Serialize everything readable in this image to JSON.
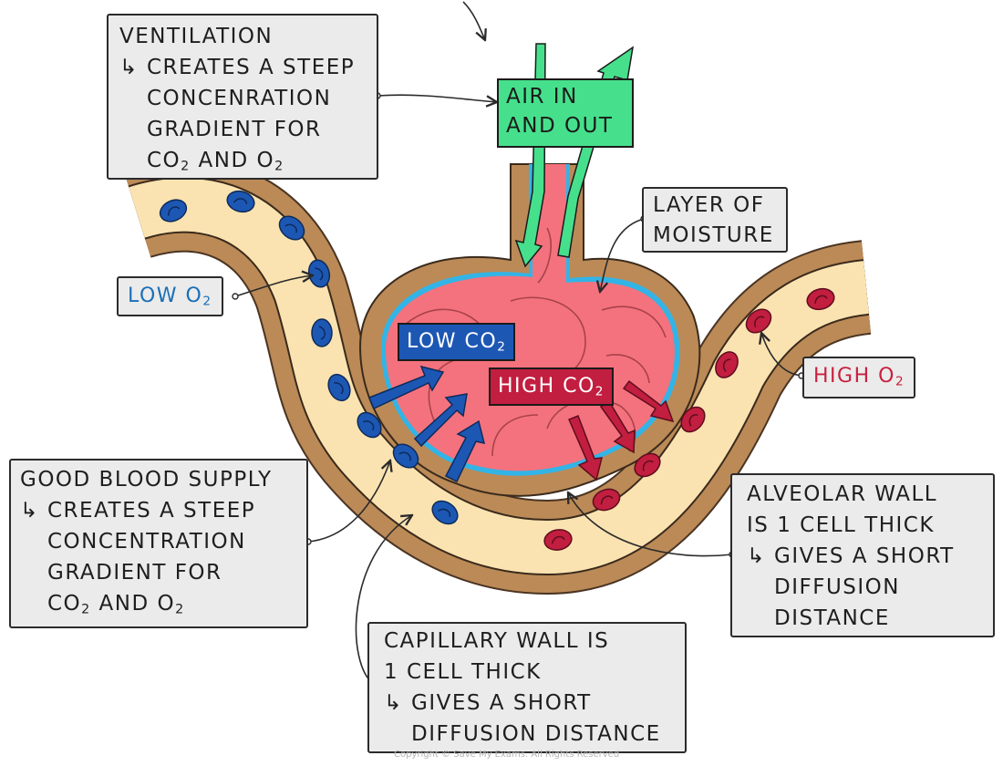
{
  "ventilation": {
    "title": "VENTILATION",
    "line1": "CREATES A STEEP",
    "line2": "CONCENRATION",
    "line3": "GRADIENT FOR",
    "line4_pre": "CO",
    "line4_mid": " AND O",
    "sub": "2"
  },
  "air_label": {
    "line1": "AIR IN",
    "line2": "AND OUT"
  },
  "moisture": {
    "line1": "LAYER OF",
    "line2": "MOISTURE"
  },
  "low_o2": {
    "text": "LOW O",
    "sub": "2"
  },
  "high_o2": {
    "text": "HIGH O",
    "sub": "2"
  },
  "low_co2": {
    "text": "LOW CO",
    "sub": "2"
  },
  "high_co2": {
    "text": "HIGH CO",
    "sub": "2"
  },
  "blood_supply": {
    "title": "GOOD BLOOD SUPPLY",
    "line1": "CREATES A STEEP",
    "line2": "CONCENTRATION",
    "line3": "GRADIENT FOR",
    "line4_pre": "CO",
    "line4_mid": " AND O",
    "sub": "2"
  },
  "alveolar_wall": {
    "line1": "ALVEOLAR WALL",
    "line2": "IS 1 CELL THICK",
    "line3": "GIVES A SHORT",
    "line4": "DIFFUSION",
    "line5": "DISTANCE"
  },
  "capillary_wall": {
    "line1": "CAPILLARY WALL IS",
    "line2": "1 CELL THICK",
    "line3": "GIVES A SHORT",
    "line4": "DIFFUSION DISTANCE"
  },
  "hook_symbol": "↳",
  "copyright": "Copyright © Save My Exams. All Rights Reserved",
  "colors": {
    "alveolus": "#f4727d",
    "alveolus_dark": "#de4e5c",
    "moisture": "#32b4e6",
    "vessel_wall": "#bb8a57",
    "plasma": "#fbe3b1",
    "deoxy_cell": "#1d57b4",
    "oxy_cell": "#c21e40",
    "air": "#46e08c"
  }
}
